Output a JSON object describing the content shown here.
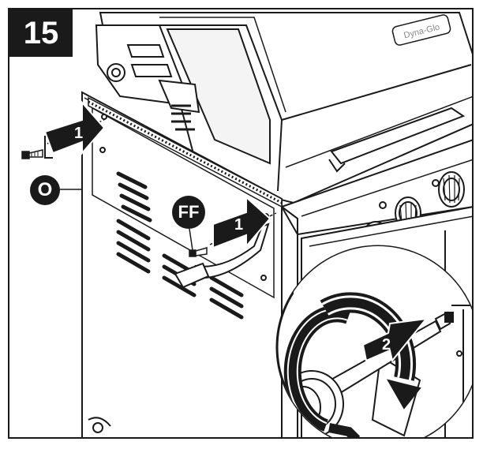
{
  "step": {
    "number": "15"
  },
  "callouts": {
    "screw_o": "O",
    "screw_ff": "FF"
  },
  "arrows": {
    "step1_left": "1",
    "step1_right": "1",
    "step2": "2"
  },
  "brand": {
    "logo_text": "Dyna-Glo"
  },
  "colors": {
    "ink": "#1a1a1a",
    "arrow_fill": "#1a1a1a",
    "background": "#ffffff"
  },
  "icons": [
    "screw-icon",
    "push-arrow-icon",
    "rotate-arrow-icon"
  ]
}
